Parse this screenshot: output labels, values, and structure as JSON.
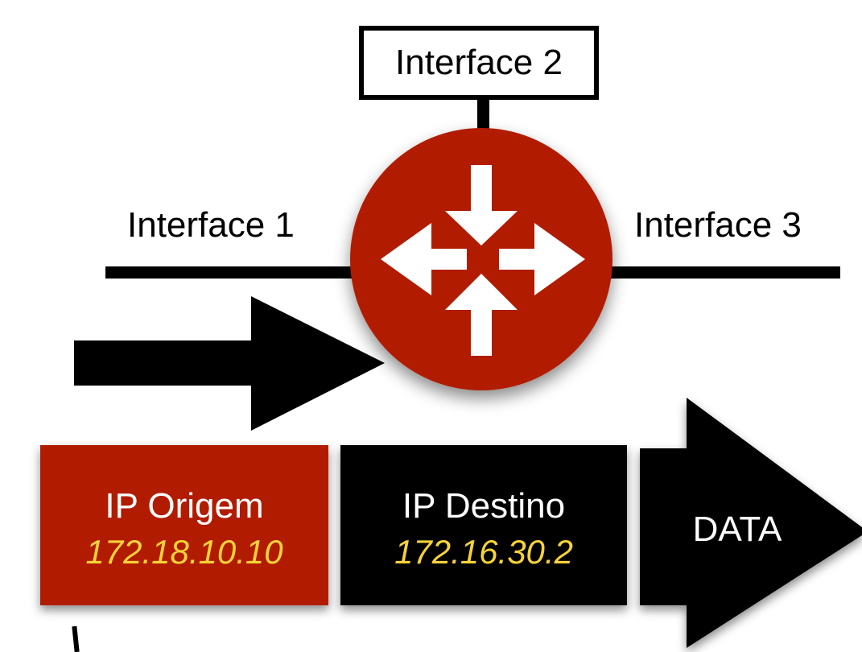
{
  "interfaces": {
    "interface_1": "Interface 1",
    "interface_2": "Interface 2",
    "interface_3": "Interface 3"
  },
  "packet": {
    "source": {
      "label": "IP Origem",
      "address": "172.18.10.10"
    },
    "destination": {
      "label": "IP Destino",
      "address": "172.16.30.2"
    },
    "payload": {
      "label": "DATA"
    }
  },
  "icons": {
    "router": "router-icon",
    "flow_arrow": "arrow-right-icon"
  },
  "colors": {
    "router_red": "#b11a04",
    "source_box_red": "#b11a04",
    "address_yellow": "#f7d23a",
    "packet_black": "#000000",
    "line_black": "#000000"
  }
}
